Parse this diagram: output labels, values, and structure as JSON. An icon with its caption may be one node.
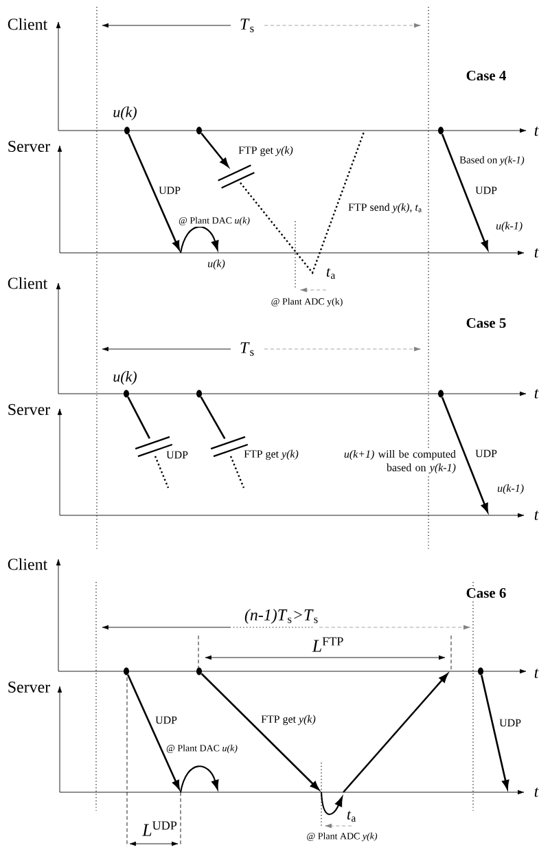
{
  "diagram": {
    "nodes": [
      {
        "text": [],
        "shape": "circle",
        "beside": [
          "u(k)"
        ]
      },
      {
        "text": [],
        "shape": "circle"
      },
      {
        "text": [],
        "shape": "circle"
      },
      {
        "text": [],
        "shape": "circle",
        "beside": [
          "u(k)"
        ]
      },
      {
        "text": [],
        "shape": "circle"
      },
      {
        "text": [],
        "shape": "circle"
      },
      {
        "text": [],
        "shape": "circle"
      },
      {
        "text": [],
        "shape": "circle"
      },
      {
        "text": [],
        "shape": "circle"
      },
      {
        "text": [],
        "shape": "bar"
      },
      {
        "text": [],
        "shape": "bar"
      },
      {
        "text": [],
        "shape": "bar"
      }
    ],
    "edges": [
      {
        "from": 0,
        "to": null,
        "arrow": "to",
        "label": "UDP"
      },
      {
        "from": 1,
        "to": 9,
        "arrow": "to",
        "label": "FTP get *y(k)*"
      },
      {
        "from": 2,
        "to": null,
        "arrow": "to",
        "label": "UDP"
      },
      {
        "from": 3,
        "to": 10,
        "arrow": "none",
        "label": "UDP"
      },
      {
        "from": 4,
        "to": 11,
        "arrow": "none",
        "label": "FTP get *y(k)*"
      },
      {
        "from": 5,
        "to": null,
        "arrow": "to",
        "label": "UDP"
      },
      {
        "from": 6,
        "to": null,
        "arrow": "to",
        "label": "UDP"
      },
      {
        "from": 7,
        "to": null,
        "arrow": "to",
        "label": "FTP get *y(k)*"
      },
      {
        "from": 8,
        "to": null,
        "arrow": "to",
        "label": "UDP"
      }
    ],
    "labels": [
      "Client",
      "Server",
      "*T*$_{s}$",
      "Case 4",
      "t",
      "t",
      "@ Plant DAC *u(k)*",
      "u(k)",
      "FTP send  *y(k), t*$_{a}$",
      "*t*$_{a}$",
      "@ Plant ADC y(k)",
      "Based on *y(k-1)*",
      "u(k-1)",
      "Client",
      "Server",
      "*T*$_{s}$",
      "Case 5",
      "t",
      "t",
      "*u(k+1)* will be computed based on *y(k-1)*",
      "u(k-1)",
      "Client",
      "Server",
      "Case 6",
      "*(n-1)T*$_{s}$*>T*$_{s}$",
      "*L*$^{FTP}$",
      "t",
      "t",
      "@ Plant DAC *u(k)*",
      "*t*$_{a}$",
      "@ Plant ADC *y(k)*",
      "*L*$^{UDP}$"
    ]
  }
}
